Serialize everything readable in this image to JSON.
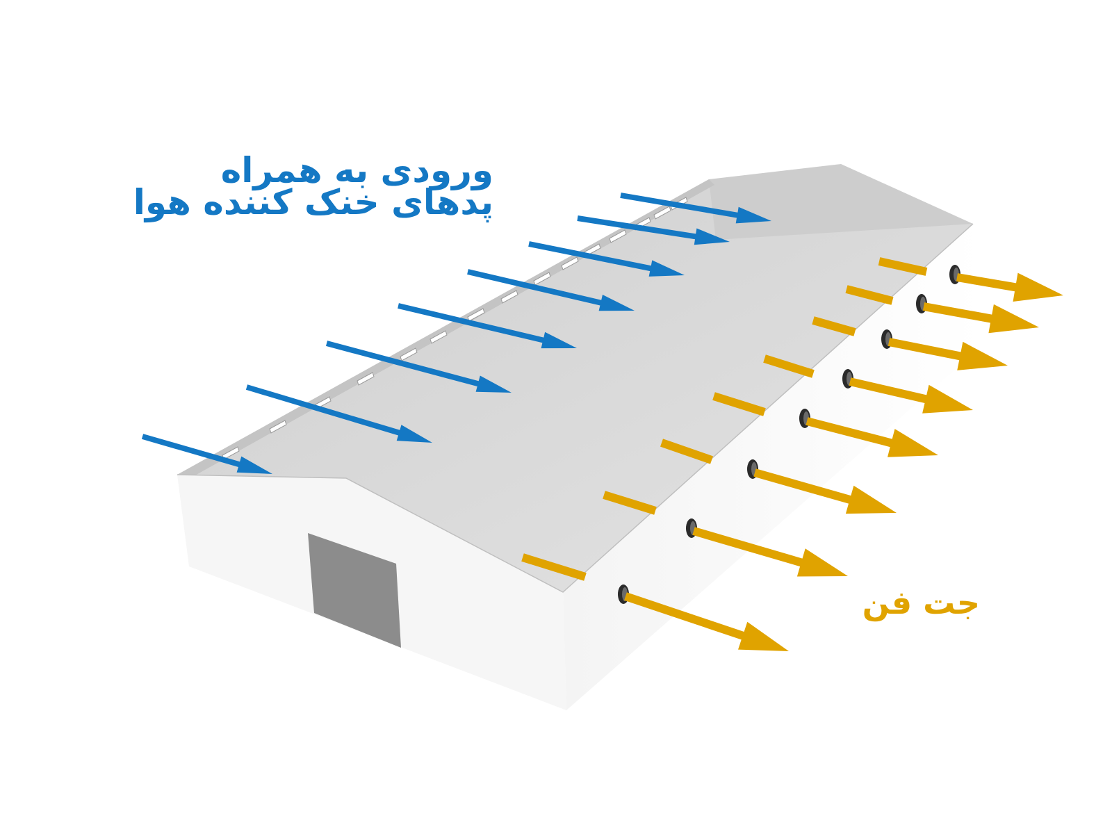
{
  "labels": {
    "inlet_line1": "ورودی به همراه",
    "inlet_line2": "پدهای خنک کننده هوا",
    "exhaust": "جت فن"
  },
  "colors": {
    "inlet_arrow": "#1478c4",
    "exhaust_arrow": "#e0a300",
    "wall": "#f7f7f7",
    "roof_floor": "#d9d9d9",
    "door": "#8c8c8c"
  }
}
